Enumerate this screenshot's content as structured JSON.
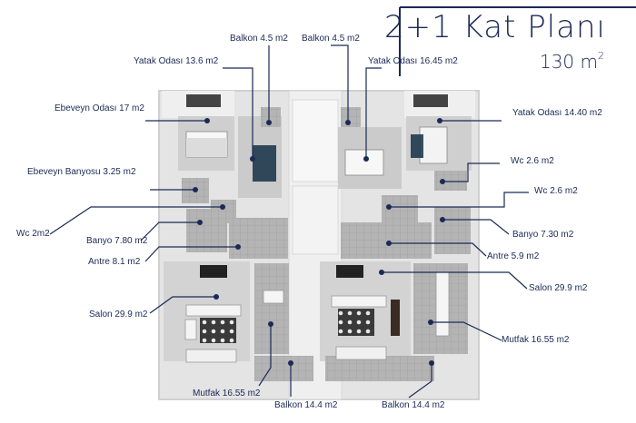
{
  "title": {
    "main": "2+1 Kat Planı",
    "area_value": "130 m",
    "area_sup": "2"
  },
  "labels": {
    "balkon_top_left": "Balkon 4.5 m2",
    "balkon_top_right": "Balkon 4.5 m2",
    "yatak_13_6": "Yatak Odası 13.6 m2",
    "yatak_16_45": "Yatak Odası 16.45 m2",
    "ebeveyn_odasi": "Ebeveyn Odası 17 m2",
    "yatak_14_40": "Yatak Odası 14.40 m2",
    "ebeveyn_banyosu": "Ebeveyn Banyosu 3.25 m2",
    "wc_2_6_a": "Wc 2.6 m2",
    "wc_2_6_b": "Wc 2.6 m2",
    "wc_2": "Wc 2m2",
    "banyo_7_80": "Banyo 7.80 m2",
    "banyo_7_30": "Banyo 7.30 m2",
    "antre_8_1": "Antre 8.1 m2",
    "antre_5_9": "Antre 5.9 m2",
    "salon_left": "Salon 29.9 m2",
    "salon_right": "Salon 29.9 m2",
    "mutfak_right": "Mutfak 16.55 m2",
    "mutfak_left": "Mutfak 16.55 m2",
    "balkon_14_4_a": "Balkon 14.4 m2",
    "balkon_14_4_b": "Balkon 14.4 m2"
  },
  "colors": {
    "accent": "#1b2a55",
    "wall": "#f2f2f2",
    "floor": "#c9c9c9",
    "tile": "#a9a9a9"
  }
}
